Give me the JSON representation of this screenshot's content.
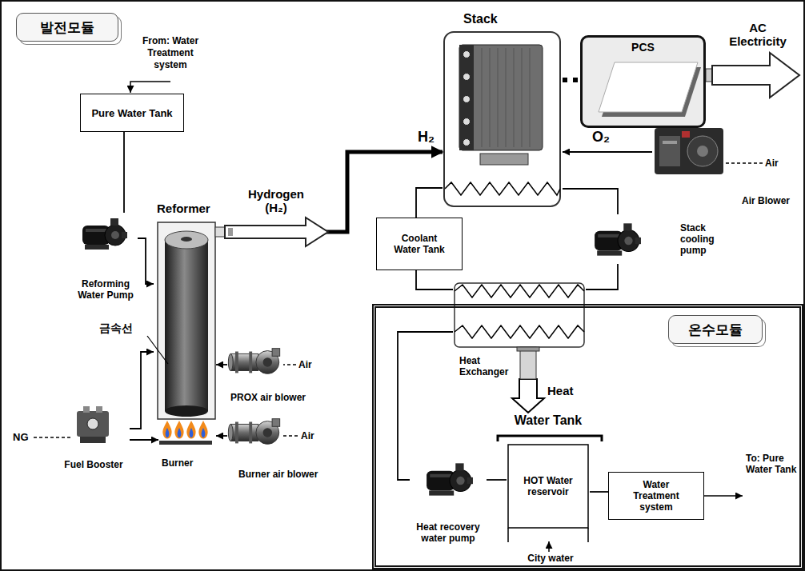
{
  "diagram": {
    "nodes": [
      {
        "text": [
          "발전모듈"
        ]
      },
      {
        "text": [
          "Pure Water Tank"
        ],
        "in": 0
      },
      {
        "text": [
          "Reforming Water Pump"
        ],
        "in": 0
      },
      {
        "text": [
          "Reformer"
        ],
        "in": 0
      },
      {
        "text": [
          "PROX air blower"
        ],
        "in": 0
      },
      {
        "text": [
          "Fuel Booster"
        ],
        "in": 0
      },
      {
        "text": [
          "Burner"
        ],
        "in": 0
      },
      {
        "text": [
          "Burner air blower"
        ],
        "in": 0
      },
      {
        "text": [
          "Stack"
        ],
        "in": 0
      },
      {
        "text": [
          "PCS"
        ],
        "in": 0
      },
      {
        "text": [
          "Air Blower"
        ],
        "in": 0
      },
      {
        "text": [
          "Coolant Water Tank"
        ],
        "in": 0
      },
      {
        "text": [
          "Stack cooling pump"
        ],
        "in": 0
      },
      {
        "text": [
          "Heat Exchanger"
        ],
        "in": 0
      },
      {
        "text": [
          "온수모듈"
        ],
        "in": 0
      },
      {
        "text": [
          "Water Tank",
          "HOT Water reservoir"
        ],
        "in": 14
      },
      {
        "text": [
          "Heat recovery water pump"
        ],
        "in": 14
      },
      {
        "text": [
          "Water Treatment system"
        ],
        "in": 14
      }
    ],
    "edges": [
      {
        "from": 1,
        "to": 2,
        "arrow": "none"
      },
      {
        "from": 2,
        "to": 3,
        "arrow": "to"
      },
      {
        "from": 4,
        "to": 3,
        "arrow": "to"
      },
      {
        "from": 5,
        "to": 3,
        "arrow": "to"
      },
      {
        "from": 5,
        "to": 6,
        "arrow": "to"
      },
      {
        "from": 7,
        "to": 6,
        "arrow": "to"
      },
      {
        "from": 3,
        "to": 8,
        "label": "Hydrogen (H₂)",
        "arrow": "to"
      },
      {
        "from": 10,
        "to": 8,
        "label": "O₂",
        "arrow": "to"
      },
      {
        "from": 8,
        "to": 9,
        "arrow": "none"
      },
      {
        "from": 8,
        "to": 11,
        "arrow": "none"
      },
      {
        "from": 11,
        "to": 13,
        "arrow": "none"
      },
      {
        "from": 13,
        "to": 12,
        "arrow": "none"
      },
      {
        "from": 12,
        "to": 8,
        "arrow": "none"
      },
      {
        "from": 13,
        "to": 15,
        "label": "Heat",
        "arrow": "to"
      },
      {
        "from": 16,
        "to": 13,
        "arrow": "none"
      },
      {
        "from": 15,
        "to": 16,
        "arrow": "none"
      },
      {
        "from": 15,
        "to": 17,
        "arrow": "none"
      }
    ],
    "labels": [
      "From: Water Treatment system",
      "금속선",
      "NG",
      "Air",
      "Air",
      "H₂",
      "AC Electricity",
      "Air",
      "City water",
      "To: Pure Water Tank"
    ]
  }
}
